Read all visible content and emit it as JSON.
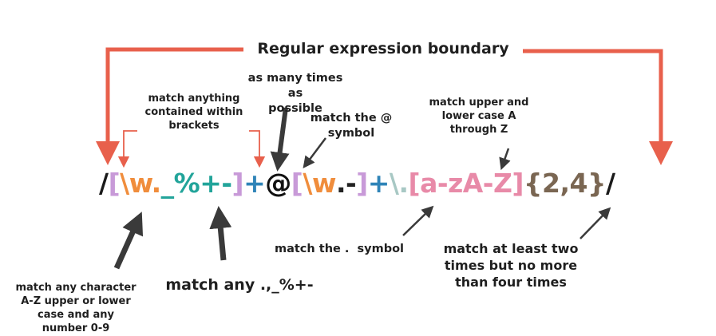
{
  "title": "Regular expression boundary",
  "regex_tokens": [
    {
      "text": "/",
      "color": "#1a1a1a"
    },
    {
      "text": "[",
      "color": "#c89ad8"
    },
    {
      "text": "\\w.",
      "color": "#f08d3c"
    },
    {
      "text": "_%+-",
      "color": "#22a49a"
    },
    {
      "text": "]",
      "color": "#c89ad8"
    },
    {
      "text": "+",
      "color": "#2f84b8"
    },
    {
      "text": "@",
      "color": "#111111"
    },
    {
      "text": "[",
      "color": "#c89ad8"
    },
    {
      "text": "\\w",
      "color": "#f08d3c"
    },
    {
      "text": ".-",
      "color": "#222222"
    },
    {
      "text": "]",
      "color": "#c89ad8"
    },
    {
      "text": "+",
      "color": "#2f84b8"
    },
    {
      "text": "\\.",
      "color": "#a8c8c4"
    },
    {
      "text": "[a-zA-Z]",
      "color": "#e88aa8"
    },
    {
      "text": "{2,4}",
      "color": "#7a6652"
    },
    {
      "text": "/",
      "color": "#1a1a1a"
    }
  ],
  "labels": {
    "brackets": [
      "match anything",
      "contained within",
      "brackets"
    ],
    "many_times": [
      "as many times as",
      "possible"
    ],
    "at_symbol": [
      "match the @",
      "symbol"
    ],
    "upper_lower": [
      "match upper and",
      "lower case A",
      "through Z"
    ],
    "dot_symbol": "match the .  symbol",
    "any_chars": "match any .,_%+-",
    "two_to_four": [
      "match at least two",
      "times but no more",
      "than four times"
    ],
    "any_character": [
      "match any character",
      "A-Z upper or lower",
      "case and any",
      "number 0-9"
    ]
  },
  "colors": {
    "boundary_arrow": "#e8604c",
    "thin_arrow": "#e8604c",
    "dark_arrow": "#3a3a3a"
  }
}
